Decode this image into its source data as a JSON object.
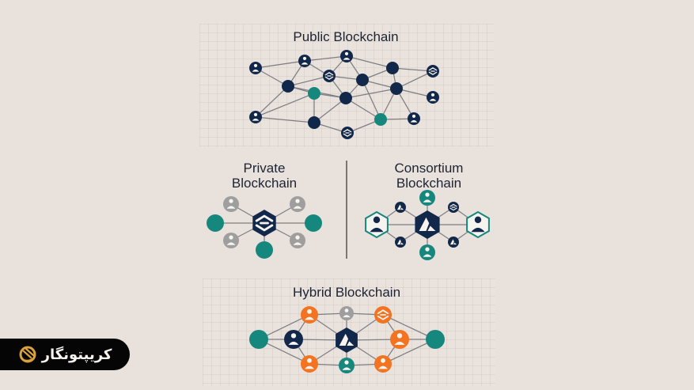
{
  "page": {
    "background": "#e9e1db",
    "colors": {
      "navy": "#12284a",
      "teal": "#16877d",
      "gray": "#9e9e9e",
      "orange": "#f37321",
      "line": "#7d7f85"
    }
  },
  "sections": {
    "public": {
      "title": "Public Blockchain"
    },
    "private": {
      "title_line1": "Private",
      "title_line2": "Blockchain"
    },
    "consortium": {
      "title_line1": "Consortium",
      "title_line2": "Blockchain"
    },
    "hybrid": {
      "title": "Hybrid Blockchain"
    }
  },
  "logo": {
    "text": "کریپتونگار",
    "icon": "crypto-logo-icon"
  }
}
